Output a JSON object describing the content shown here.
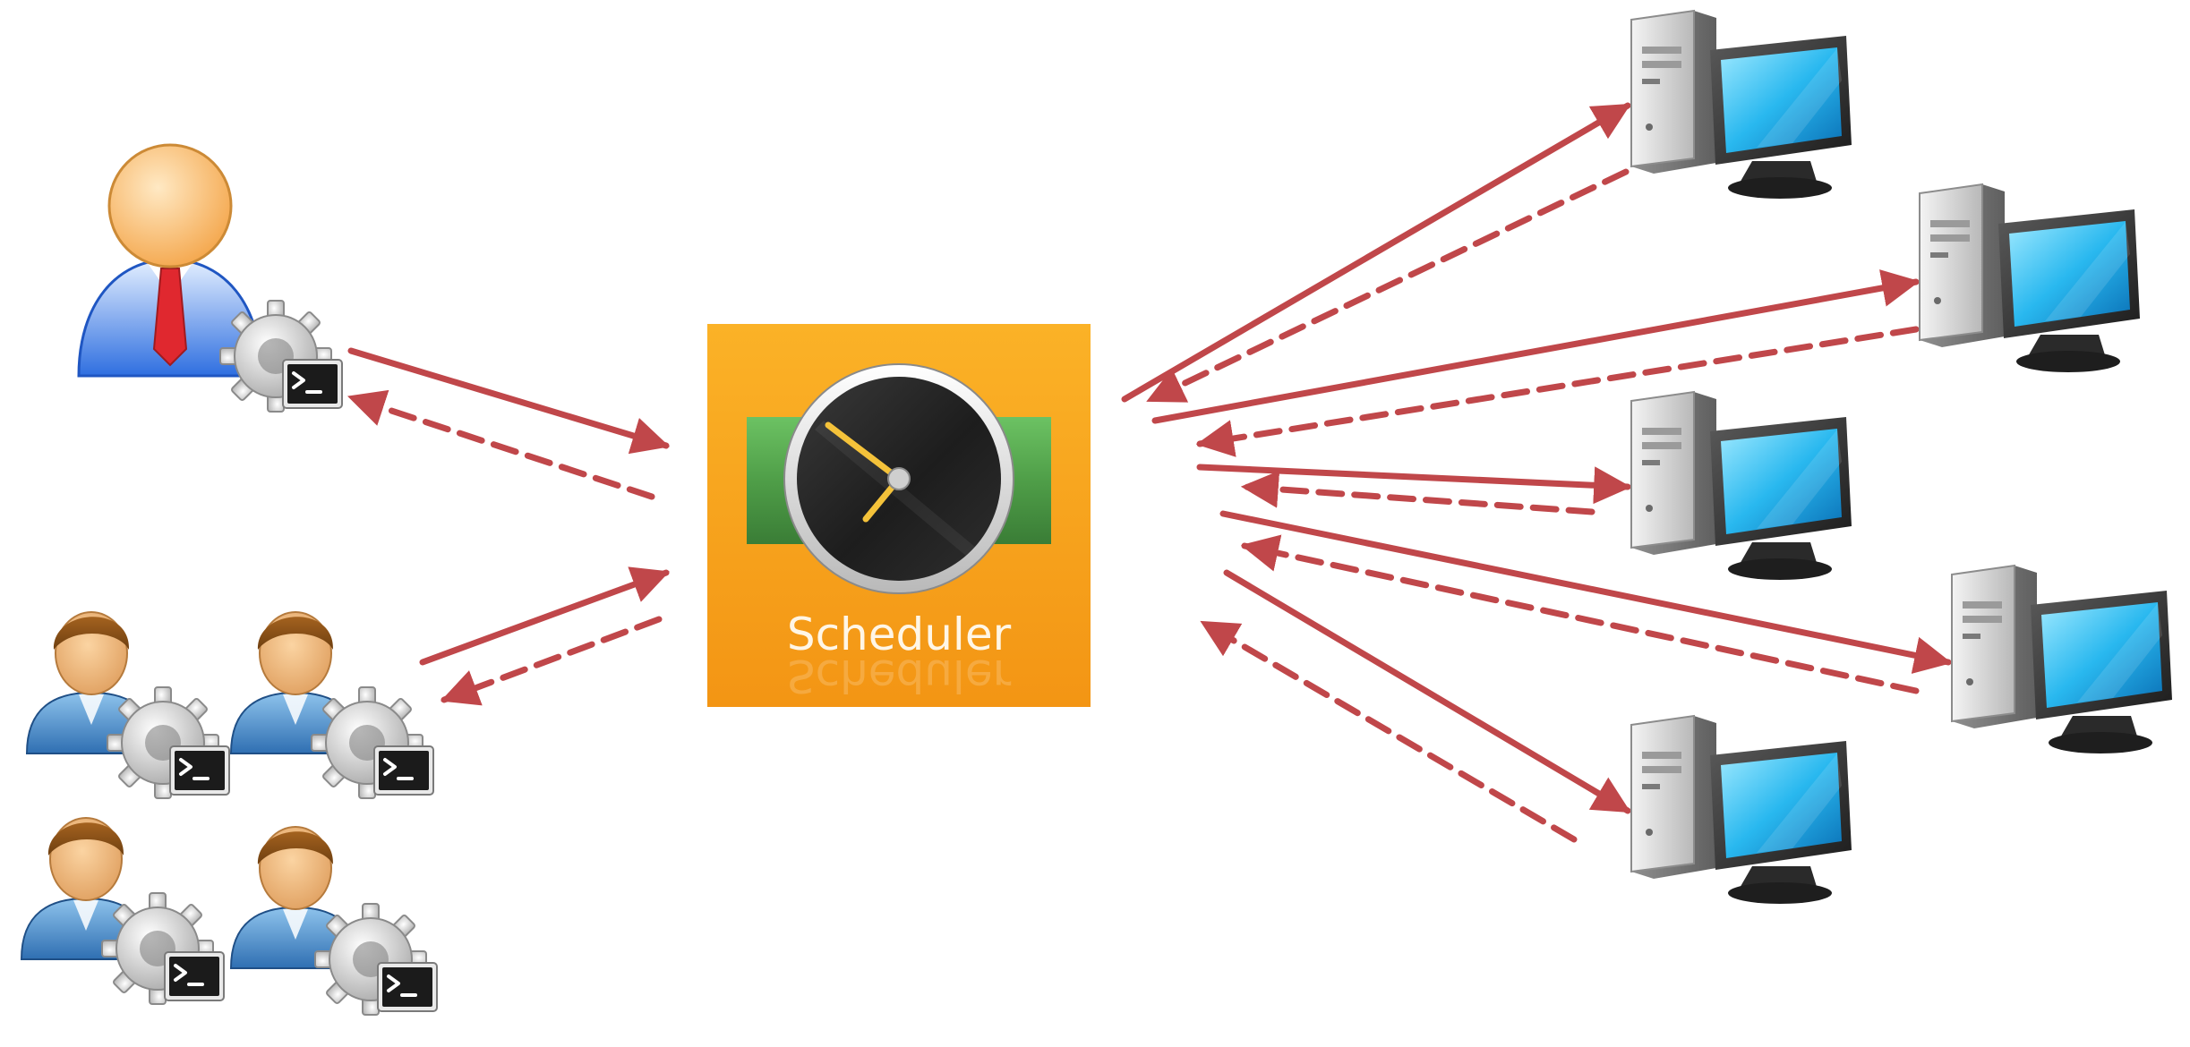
{
  "scheduler": {
    "label": "Scheduler",
    "icon": "clock-icon",
    "colors": {
      "tile": "#f8a41e",
      "band": "#4e9e47",
      "face": "#222222",
      "hands": "#f4c23a"
    }
  },
  "admin": {
    "icon": "admin-user-icon",
    "tie_color": "#e0282f"
  },
  "clients": {
    "icon": "user-icon",
    "count": 4
  },
  "workers": {
    "icon": "computer-icon",
    "count": 5
  },
  "connections": {
    "color": "#c0474a",
    "request_style": "solid",
    "response_style": "dashed"
  }
}
